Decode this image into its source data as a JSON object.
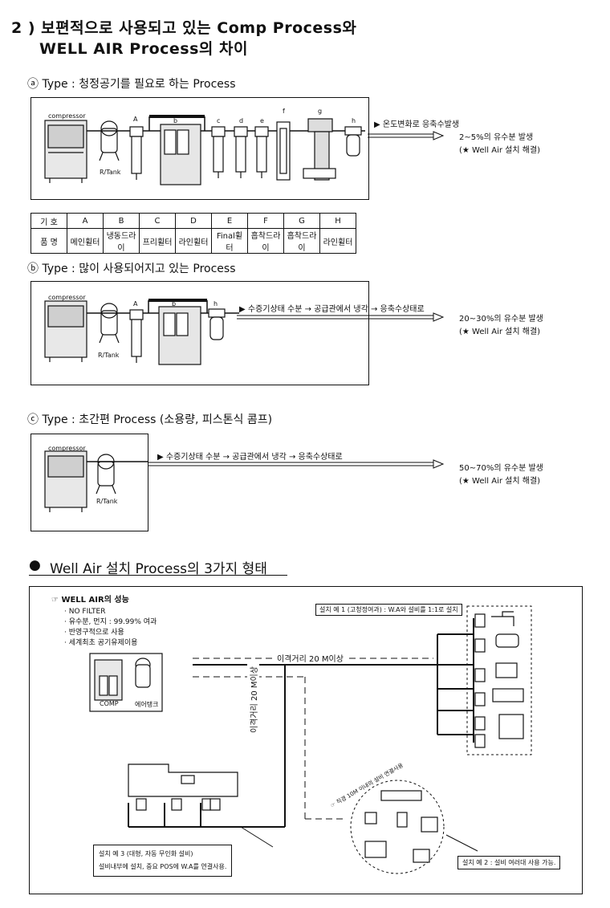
{
  "title": {
    "line1": "2 ) 보편적으로 사용되고 있는 Comp Process와",
    "line2": "WELL AIR Process의 차이"
  },
  "type_a": {
    "heading": "ⓐ Type : 청정공기를 필요로 하는 Process",
    "compressor_label": "compressor",
    "tank_label": "R/Tank",
    "letters": [
      "A",
      "b",
      "c",
      "d",
      "e",
      "f",
      "g",
      "h"
    ],
    "annotation": "▶ 온도변화로 응축수발생",
    "result_line1": "2~5%의 유수분 발생",
    "result_line2": "(★ Well Air 설치 해결)"
  },
  "legend_table": {
    "header_label": "기 호",
    "name_label": "품 명",
    "codes": [
      "A",
      "B",
      "C",
      "D",
      "E",
      "F",
      "G",
      "H"
    ],
    "names": [
      "메인휠터",
      "냉동드라이",
      "프리휠터",
      "라인휠터",
      "Final휠터",
      "흡착드라이",
      "흡착드라이",
      "라인휠터"
    ]
  },
  "type_b": {
    "heading": "ⓑ Type : 많이 사용되어지고 있는 Process",
    "compressor_label": "compressor",
    "tank_label": "R/Tank",
    "letters": [
      "A",
      "b",
      "h"
    ],
    "annotation": "▶ 수증기상태 수분 → 공급관에서 냉각 → 응축수상태로",
    "result_line1": "20~30%의 유수분 발생",
    "result_line2": "(★ Well Air 설치 해결)"
  },
  "type_c": {
    "heading": "ⓒ Type : 초간편 Process (소용량, 피스톤식 콤프)",
    "compressor_label": "compressor",
    "tank_label": "R/Tank",
    "annotation": "▶ 수증기상태 수분 → 공급관에서 냉각 → 응축수상태로",
    "result_line1": "50~70%의 유수분 발생",
    "result_line2": "(★ Well Air 설치 해결)"
  },
  "section2": {
    "heading": "Well Air 설치 Process의 3가지 형태",
    "perf_title": "☞ WELL AIR의 성능",
    "perf_items": [
      "· NO FILTER",
      "· 유수분, 먼지 : 99.99% 여과",
      "· 반영구적으로 사용",
      "· 세계최초 공기유제이용"
    ],
    "example1": "설치 예 1 (고청정여과) : W.A와 설비를 1:1로 설치",
    "distance_h": "이격거리 20 M이상",
    "distance_v": "이격거리 20 M이상",
    "comp_label": "COMP",
    "tank_label": "에어탱크",
    "note_diag": "☞ 직경 10M 이내의 설비 연결사용",
    "example3_line1": "설치 예 3 (대형, 자동 무인화 설비)",
    "example3_line2": "설비내부에 설치, 중요 POS에 W.A를 연결사용.",
    "example2": "설치 예 2 : 설비 여러대 사용 가능."
  }
}
